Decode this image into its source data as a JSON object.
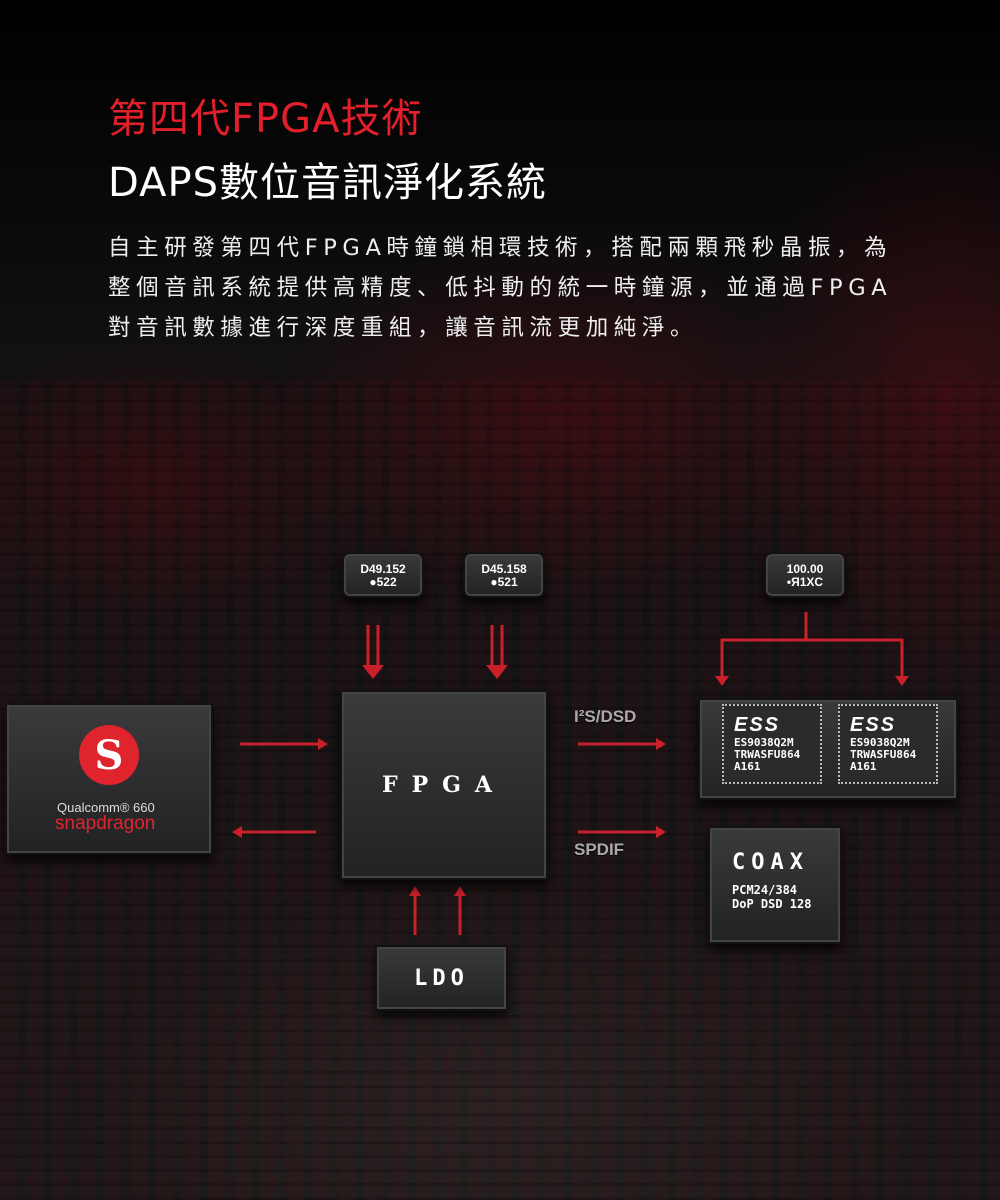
{
  "heading": {
    "line1": "第四代FPGA技術",
    "line2": "DAPS數位音訊淨化系統"
  },
  "description": "自主研發第四代FPGA時鐘鎖相環技術，搭配兩顆飛秒晶振，為整個音訊系統提供高精度、低抖動的統一時鐘源，並通過FPGA對音訊數據進行深度重組，讓音訊流更加純淨。",
  "diagram": {
    "crystals": [
      {
        "line1": "D49.152",
        "line2": "●522"
      },
      {
        "line1": "D45.158",
        "line2": "●521"
      },
      {
        "line1": "100.00",
        "line2": "•Я1XC"
      }
    ],
    "soc": {
      "brand": "Qualcomm® 660",
      "name": "snapdragon"
    },
    "fpga": "FPGA",
    "i2s_label": "I²S/DSD",
    "spdif_label": "SPDIF",
    "dacs": [
      {
        "logo": "ESS",
        "lines": [
          "ES9038Q2M",
          "TRWASFU864",
          "A161"
        ]
      },
      {
        "logo": "ESS",
        "lines": [
          "ES9038Q2M",
          "TRWASFU864",
          "A161"
        ]
      }
    ],
    "coax": {
      "title": "COAX",
      "line1": "PCM24/384",
      "line2": "DoP DSD 128"
    },
    "ldo": "LDO",
    "colors": {
      "accent": "#e21f2b"
    }
  }
}
